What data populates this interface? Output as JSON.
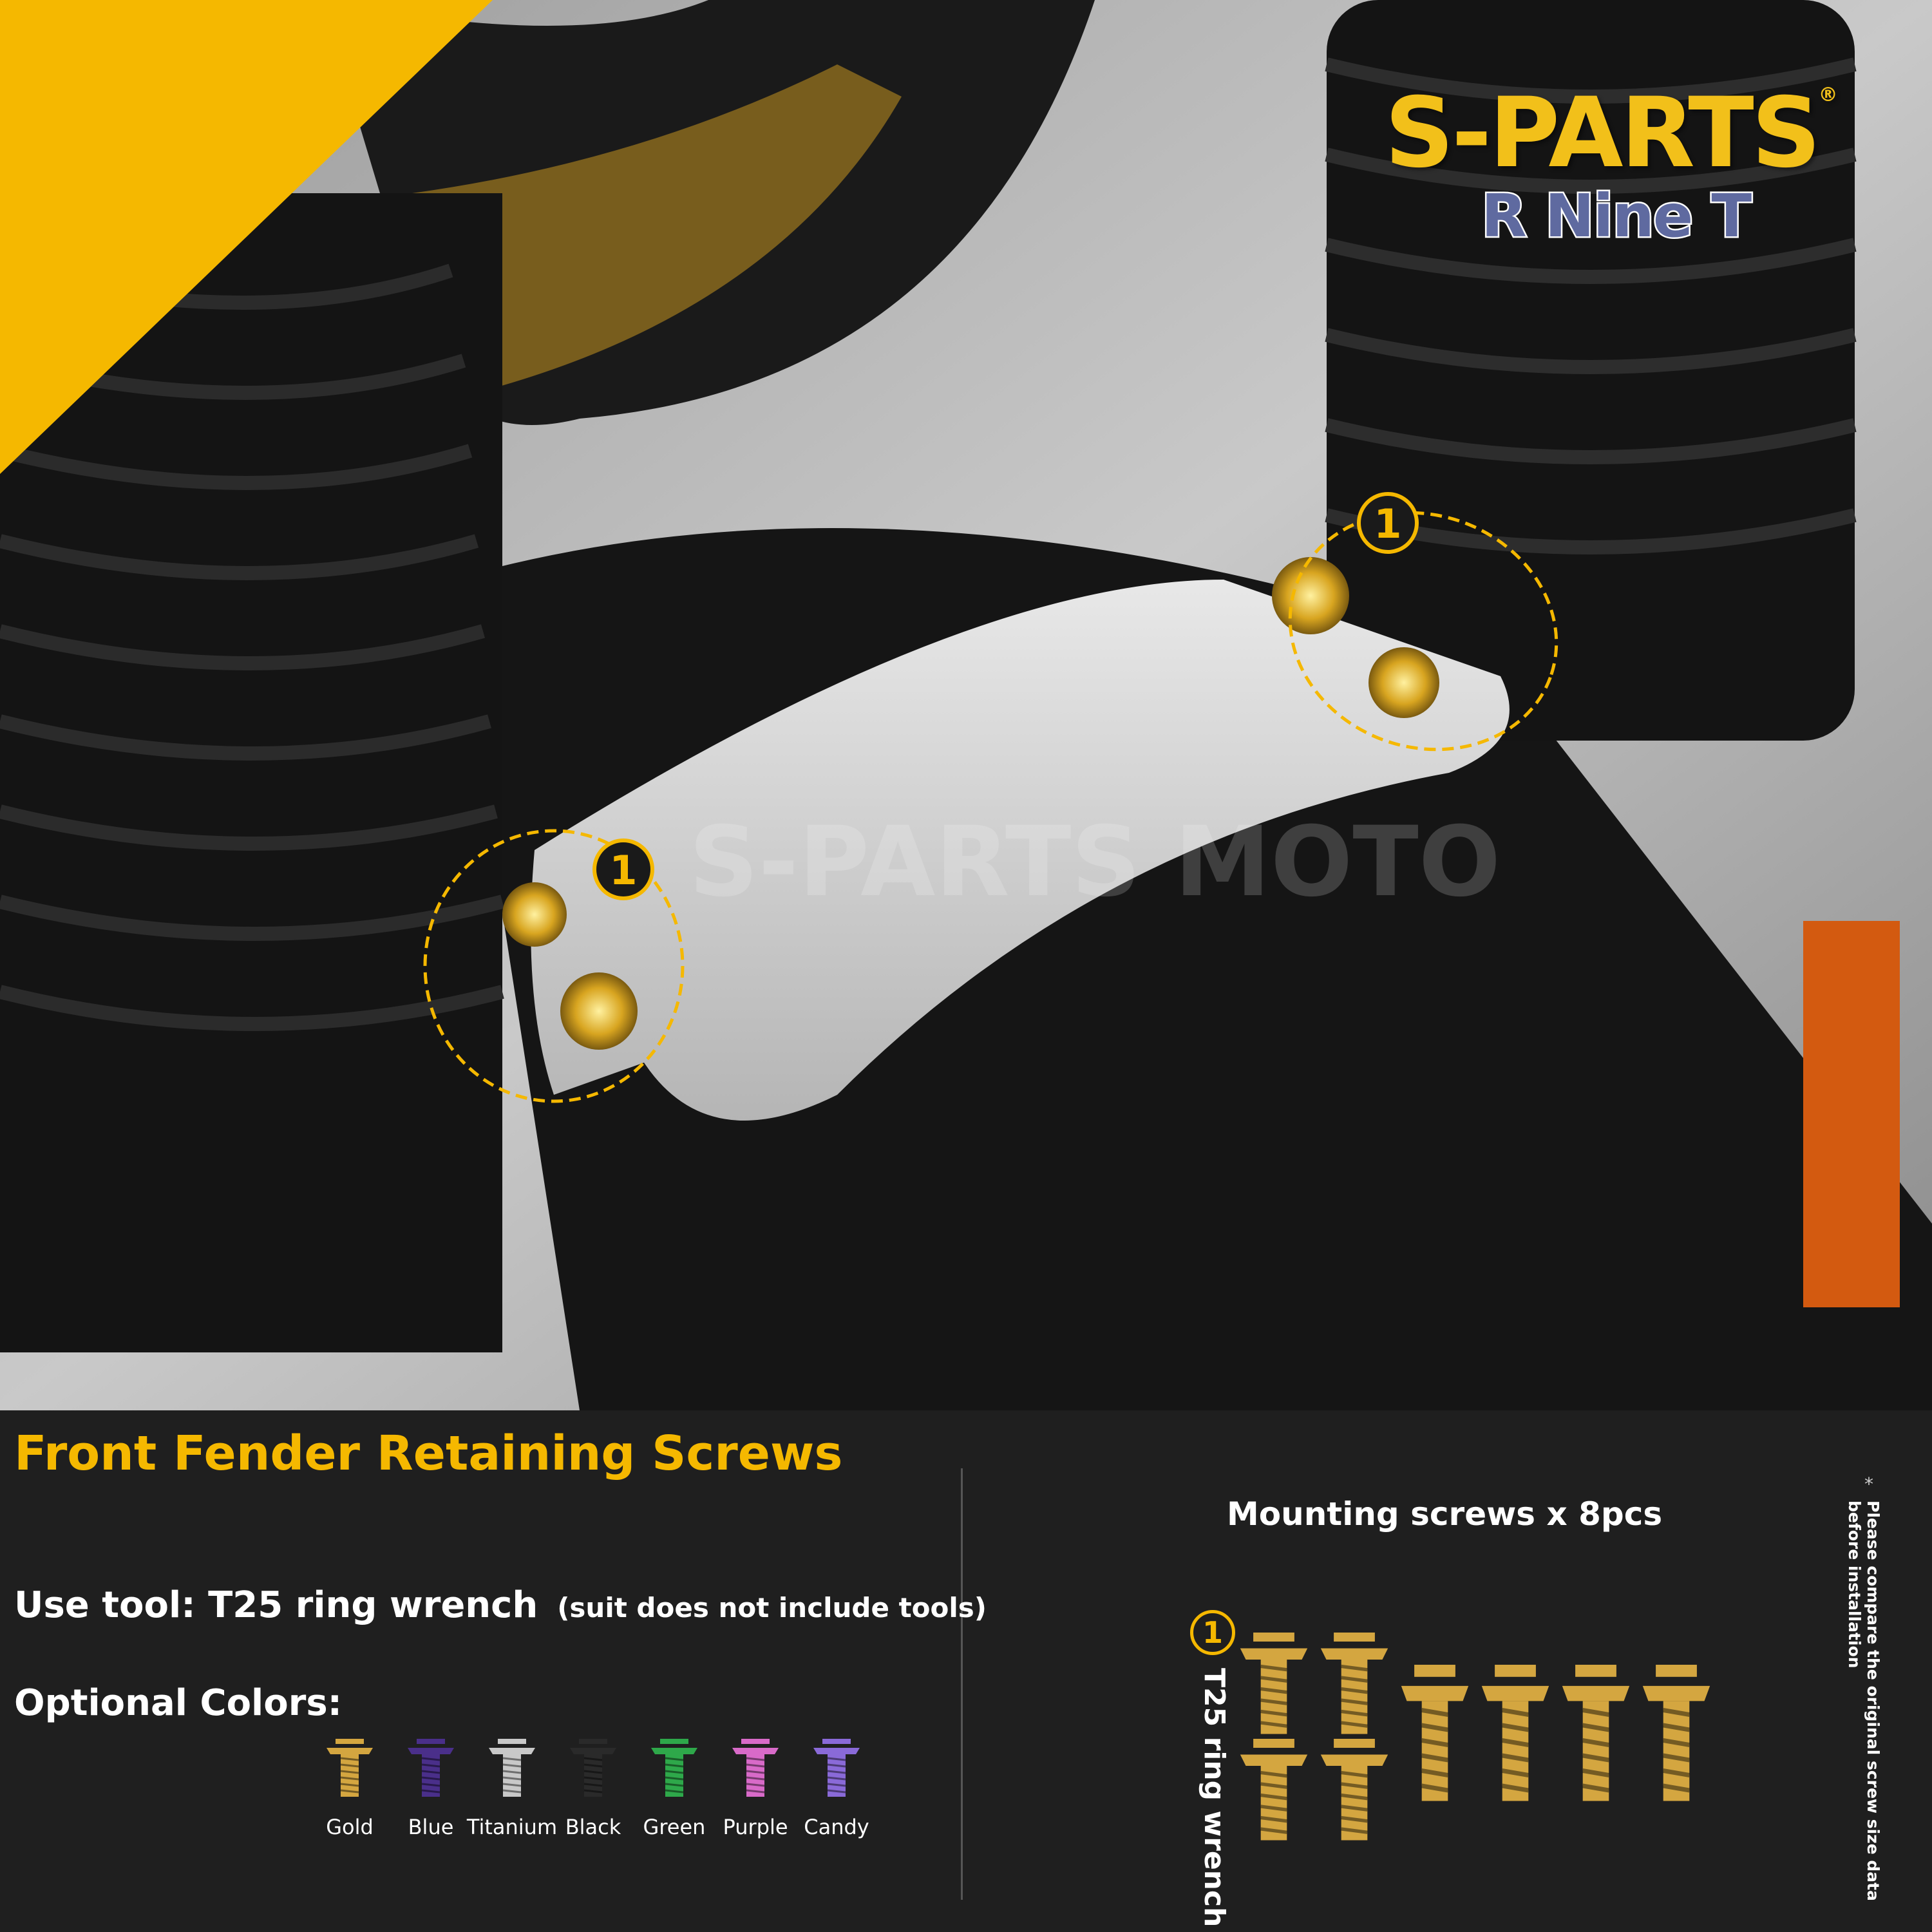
{
  "brand": {
    "logo": "S-PARTS",
    "registered": "®",
    "model": "R Nine T",
    "watermark": "S-PARTS MOTO"
  },
  "photo": {
    "callout_number": "1"
  },
  "panel": {
    "title": "Front Fender Retaining Screws",
    "tool_label": "Use tool: T25 ring wrench",
    "tool_note": "(suit does not include tools)",
    "optional_colors_label": "Optional Colors:",
    "colors": [
      {
        "name": "Gold",
        "hex": "#d4a640"
      },
      {
        "name": "Blue",
        "hex": "#4a2f8a"
      },
      {
        "name": "Titanium",
        "hex": "#c8c8c8"
      },
      {
        "name": "Black",
        "hex": "#2a2a2a"
      },
      {
        "name": "Green",
        "hex": "#2ea84a"
      },
      {
        "name": "Purple",
        "hex": "#d86ac8"
      },
      {
        "name": "Candy",
        "hex": "#8a6ad8"
      }
    ],
    "mounting_label": "Mounting screws x 8pcs",
    "screw_badge": "1",
    "wrench_label": "T25 ring wrench",
    "note_star": "*",
    "note": "Please compare the original screw size data before installation"
  },
  "colors": {
    "accent": "#f5b800",
    "background": "#1f1f1f"
  }
}
